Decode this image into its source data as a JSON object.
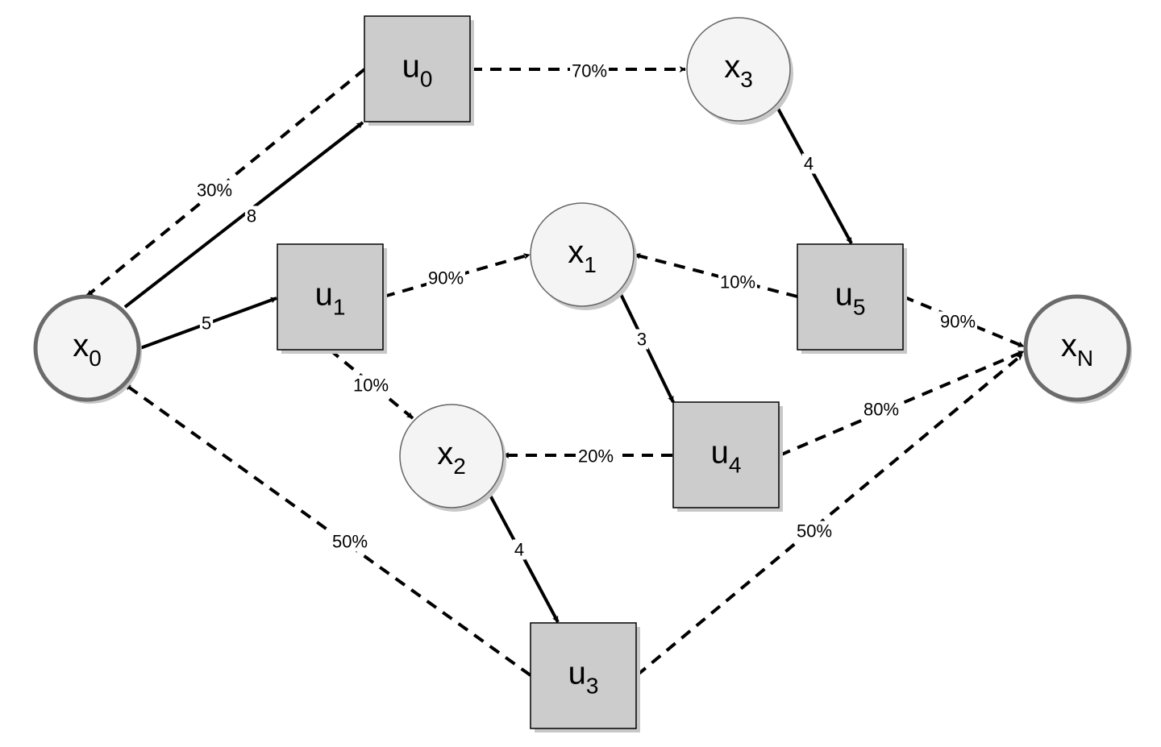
{
  "diagram": {
    "colors": {
      "state_fill": "#f4f4f4",
      "state_stroke": "#666666",
      "terminal_stroke": "#6b6b6b",
      "action_fill": "#cccccc",
      "action_stroke": "#000000",
      "shadow": "#c8c8c8",
      "edge": "#000000"
    },
    "nodes": [
      {
        "id": "x0",
        "kind": "state",
        "terminal": true,
        "base": "x",
        "sub": "0"
      },
      {
        "id": "x1",
        "kind": "state",
        "terminal": false,
        "base": "x",
        "sub": "1"
      },
      {
        "id": "x2",
        "kind": "state",
        "terminal": false,
        "base": "x",
        "sub": "2"
      },
      {
        "id": "x3",
        "kind": "state",
        "terminal": false,
        "base": "x",
        "sub": "3"
      },
      {
        "id": "xN",
        "kind": "state",
        "terminal": true,
        "base": "x",
        "sub": "N"
      },
      {
        "id": "u0",
        "kind": "action",
        "base": "u",
        "sub": "0"
      },
      {
        "id": "u1",
        "kind": "action",
        "base": "u",
        "sub": "1"
      },
      {
        "id": "u3",
        "kind": "action",
        "base": "u",
        "sub": "3"
      },
      {
        "id": "u4",
        "kind": "action",
        "base": "u",
        "sub": "4"
      },
      {
        "id": "u5",
        "kind": "action",
        "base": "u",
        "sub": "5"
      }
    ],
    "edges": [
      {
        "from": "x0",
        "to": "u0",
        "style": "solid",
        "label": "8"
      },
      {
        "from": "x0",
        "to": "u1",
        "style": "solid",
        "label": "5"
      },
      {
        "from": "u0",
        "to": "x0",
        "style": "dashed",
        "label": "30%"
      },
      {
        "from": "u0",
        "to": "x3",
        "style": "dashed",
        "label": "70%"
      },
      {
        "from": "x3",
        "to": "u5",
        "style": "solid",
        "label": "4"
      },
      {
        "from": "u1",
        "to": "x1",
        "style": "dashed",
        "label": "90%"
      },
      {
        "from": "u1",
        "to": "x2",
        "style": "dashed",
        "label": "10%"
      },
      {
        "from": "u5",
        "to": "x1",
        "style": "dashed",
        "label": "10%"
      },
      {
        "from": "u5",
        "to": "xN",
        "style": "dashed",
        "label": "90%"
      },
      {
        "from": "x1",
        "to": "u4",
        "style": "solid",
        "label": "3"
      },
      {
        "from": "u4",
        "to": "x2",
        "style": "dashed",
        "label": "20%"
      },
      {
        "from": "u4",
        "to": "xN",
        "style": "dashed",
        "label": "80%"
      },
      {
        "from": "x2",
        "to": "u3",
        "style": "solid",
        "label": "4"
      },
      {
        "from": "u3",
        "to": "x0",
        "style": "dashed",
        "label": "50%"
      },
      {
        "from": "u3",
        "to": "xN",
        "style": "dashed",
        "label": "50%"
      }
    ]
  }
}
